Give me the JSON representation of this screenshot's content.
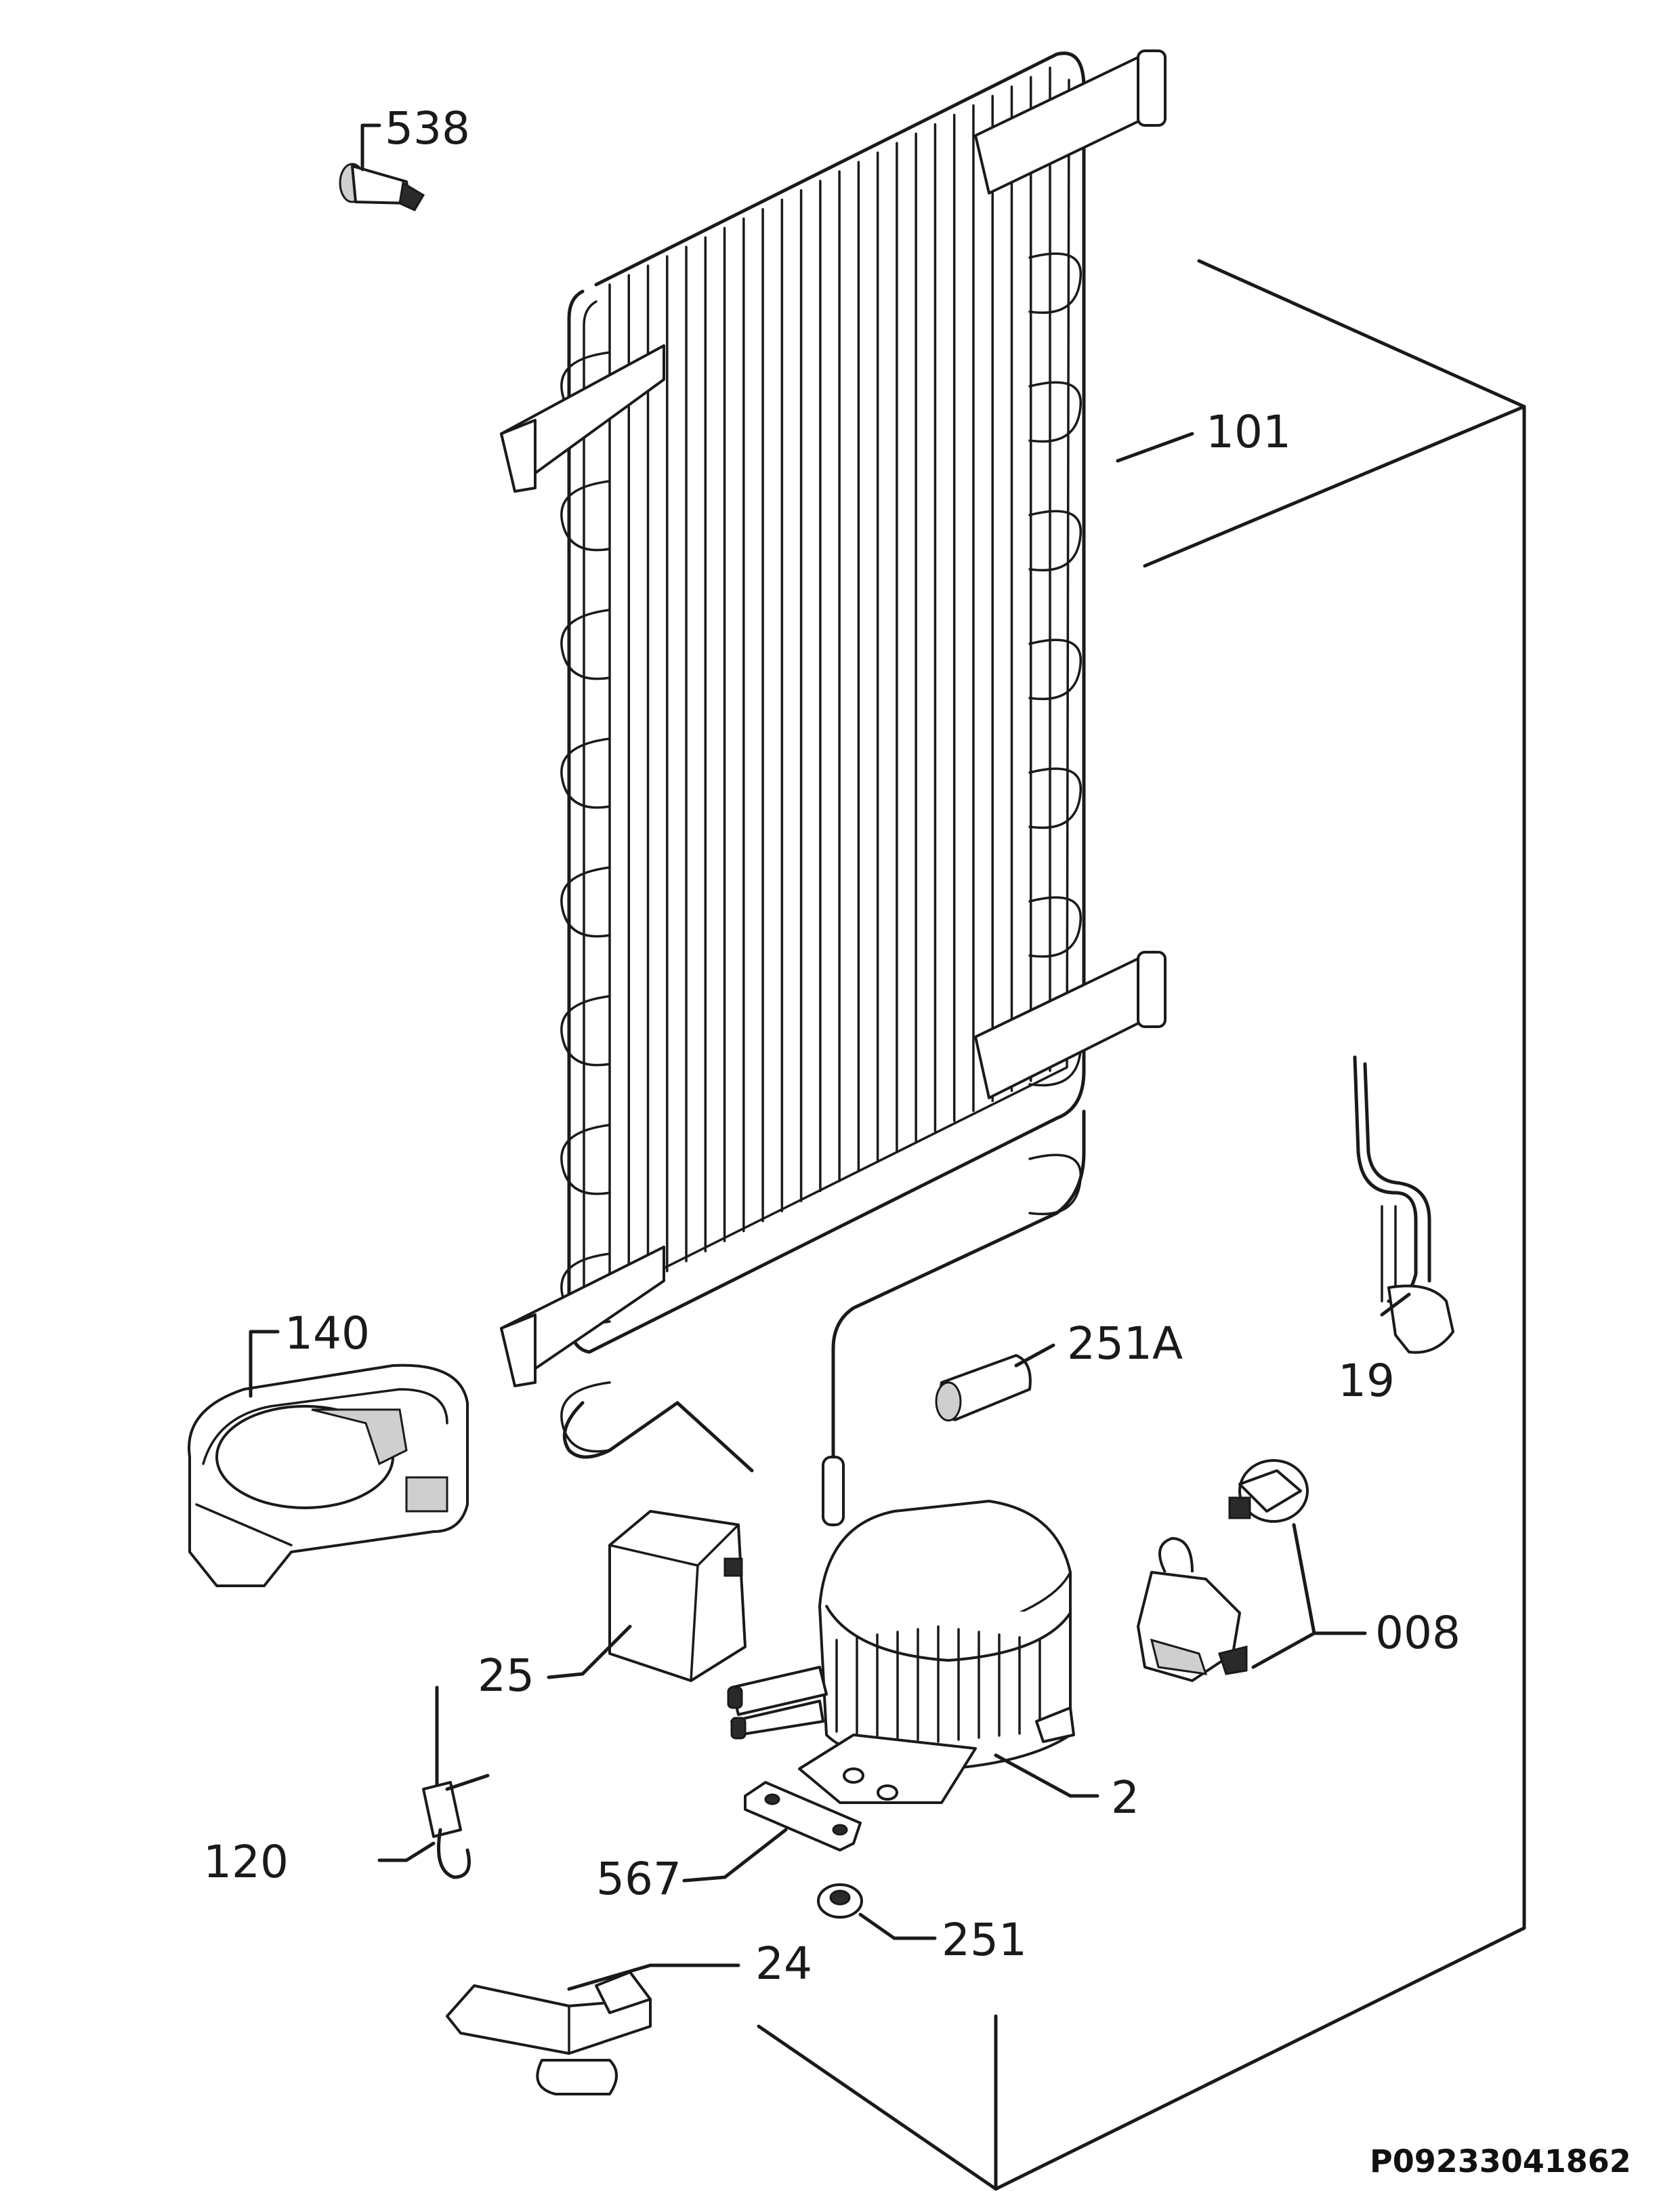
{
  "labels": {
    "p538": "538",
    "p101": "101",
    "p140": "140",
    "p251A": "251A",
    "p19": "19",
    "p008": "008",
    "p25": "25",
    "p2": "2",
    "p120": "120",
    "p567": "567",
    "p251": "251",
    "p24": "24"
  },
  "reference": "P09233041862"
}
